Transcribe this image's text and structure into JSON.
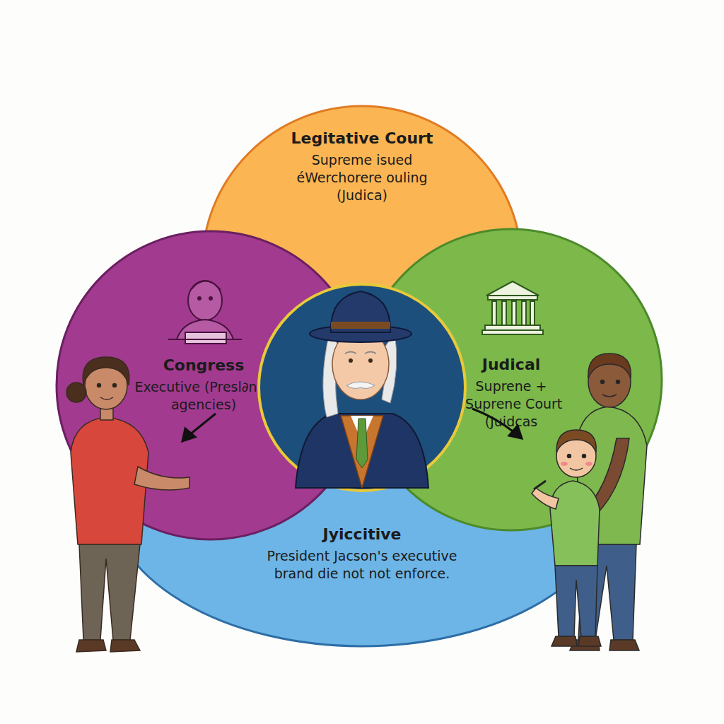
{
  "diagram": {
    "nodes": [
      {
        "text": [
          "Legitative Court",
          "Supreme isued éWerchorere ouling (Judica)"
        ]
      },
      {
        "text": [
          "Congress",
          "Executive (Presl∂n + agencies)"
        ]
      },
      {
        "text": [
          "Judical",
          "Suprene + (Suprene Court (Juidcas"
        ]
      },
      {
        "text": [
          "Jyiccitive",
          "President Jacson's executive brand die not not enforce."
        ]
      }
    ]
  }
}
